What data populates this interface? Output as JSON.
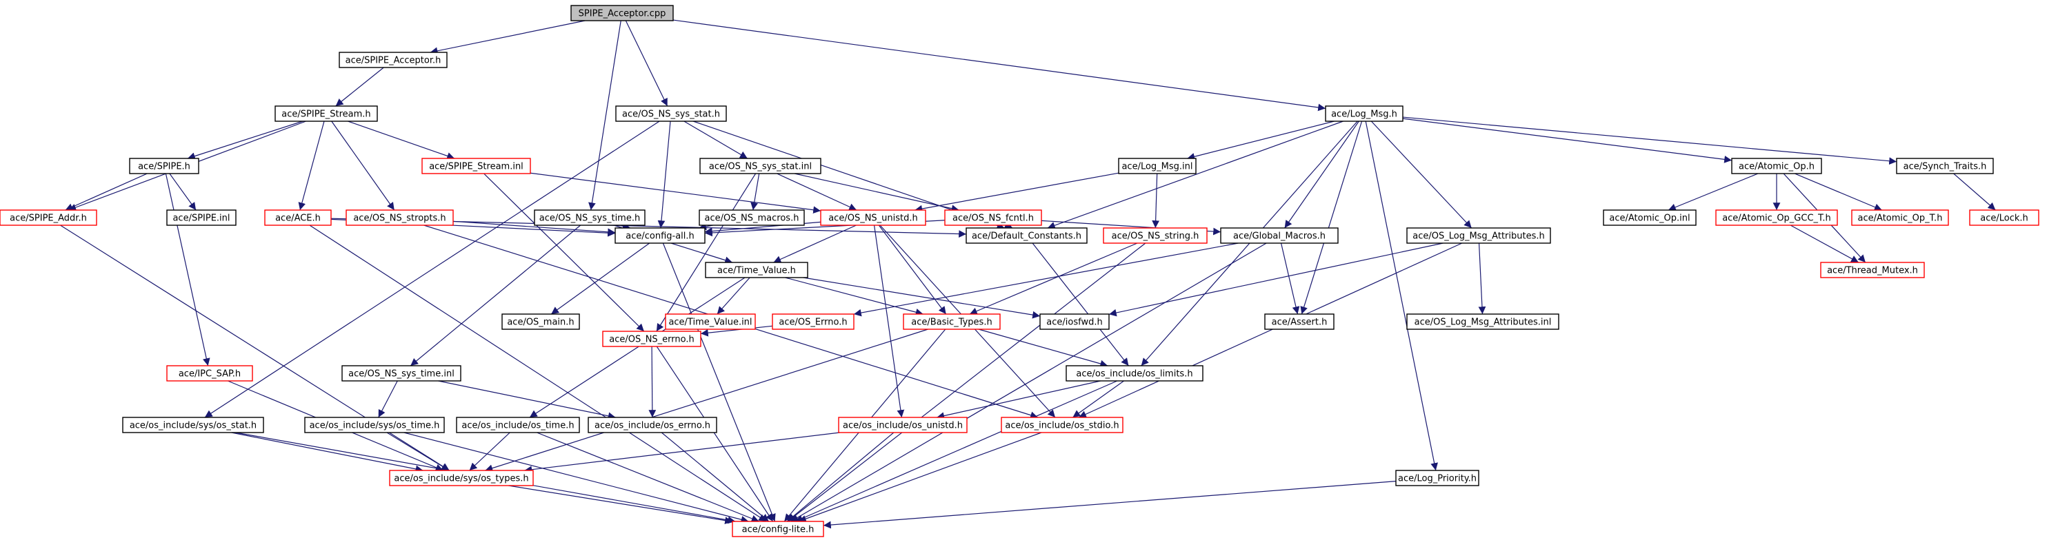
{
  "colors": {
    "root_fill": "#bfbfbf",
    "normal_border": "#000000",
    "truncated_border": "#ff0000",
    "edge": "#191970"
  },
  "nodes": [
    {
      "id": "root",
      "label": "SPIPE_Acceptor.cpp",
      "type": "root"
    },
    {
      "id": "spipe_acceptor_h",
      "label": "ace/SPIPE_Acceptor.h",
      "type": "normal"
    },
    {
      "id": "spipe_stream_h",
      "label": "ace/SPIPE_Stream.h",
      "type": "normal"
    },
    {
      "id": "os_ns_sys_stat_h",
      "label": "ace/OS_NS_sys_stat.h",
      "type": "normal"
    },
    {
      "id": "log_msg_h",
      "label": "ace/Log_Msg.h",
      "type": "normal"
    },
    {
      "id": "spipe_h",
      "label": "ace/SPIPE.h",
      "type": "normal"
    },
    {
      "id": "spipe_stream_inl",
      "label": "ace/SPIPE_Stream.inl",
      "type": "truncated"
    },
    {
      "id": "os_ns_sys_stat_inl",
      "label": "ace/OS_NS_sys_stat.inl",
      "type": "normal"
    },
    {
      "id": "log_msg_inl",
      "label": "ace/Log_Msg.inl",
      "type": "normal"
    },
    {
      "id": "atomic_op_h",
      "label": "ace/Atomic_Op.h",
      "type": "normal"
    },
    {
      "id": "synch_traits_h",
      "label": "ace/Synch_Traits.h",
      "type": "normal"
    },
    {
      "id": "spipe_addr_h",
      "label": "ace/SPIPE_Addr.h",
      "type": "truncated"
    },
    {
      "id": "spipe_inl",
      "label": "ace/SPIPE.inl",
      "type": "normal"
    },
    {
      "id": "ace_h",
      "label": "ace/ACE.h",
      "type": "truncated"
    },
    {
      "id": "os_ns_stropts_h",
      "label": "ace/OS_NS_stropts.h",
      "type": "truncated"
    },
    {
      "id": "os_ns_sys_time_h",
      "label": "ace/OS_NS_sys_time.h",
      "type": "normal"
    },
    {
      "id": "os_ns_macros_h",
      "label": "ace/OS_NS_macros.h",
      "type": "normal"
    },
    {
      "id": "os_ns_unistd_h",
      "label": "ace/OS_NS_unistd.h",
      "type": "truncated"
    },
    {
      "id": "os_ns_fcntl_h",
      "label": "ace/OS_NS_fcntl.h",
      "type": "truncated"
    },
    {
      "id": "atomic_op_inl",
      "label": "ace/Atomic_Op.inl",
      "type": "normal"
    },
    {
      "id": "atomic_op_gcc_t_h",
      "label": "ace/Atomic_Op_GCC_T.h",
      "type": "truncated"
    },
    {
      "id": "atomic_op_t_h",
      "label": "ace/Atomic_Op_T.h",
      "type": "truncated"
    },
    {
      "id": "lock_h",
      "label": "ace/Lock.h",
      "type": "truncated"
    },
    {
      "id": "config_all_h",
      "label": "ace/config-all.h",
      "type": "normal"
    },
    {
      "id": "time_value_h",
      "label": "ace/Time_Value.h",
      "type": "normal"
    },
    {
      "id": "default_constants_h",
      "label": "ace/Default_Constants.h",
      "type": "normal"
    },
    {
      "id": "os_ns_string_h",
      "label": "ace/OS_NS_string.h",
      "type": "truncated"
    },
    {
      "id": "global_macros_h",
      "label": "ace/Global_Macros.h",
      "type": "normal"
    },
    {
      "id": "os_log_msg_attributes_h",
      "label": "ace/OS_Log_Msg_Attributes.h",
      "type": "normal"
    },
    {
      "id": "thread_mutex_h",
      "label": "ace/Thread_Mutex.h",
      "type": "truncated"
    },
    {
      "id": "os_main_h",
      "label": "ace/OS_main.h",
      "type": "normal"
    },
    {
      "id": "time_value_inl",
      "label": "ace/Time_Value.inl",
      "type": "truncated"
    },
    {
      "id": "os_errno_h",
      "label": "ace/OS_Errno.h",
      "type": "truncated"
    },
    {
      "id": "basic_types_h",
      "label": "ace/Basic_Types.h",
      "type": "truncated"
    },
    {
      "id": "iosfwd_h",
      "label": "ace/iosfwd.h",
      "type": "normal"
    },
    {
      "id": "assert_h",
      "label": "ace/Assert.h",
      "type": "normal"
    },
    {
      "id": "os_log_msg_attributes_inl",
      "label": "ace/OS_Log_Msg_Attributes.inl",
      "type": "normal"
    },
    {
      "id": "ipc_sap_h",
      "label": "ace/IPC_SAP.h",
      "type": "truncated"
    },
    {
      "id": "os_ns_sys_time_inl",
      "label": "ace/OS_NS_sys_time.inl",
      "type": "normal"
    },
    {
      "id": "os_ns_errno_h",
      "label": "ace/OS_NS_errno.h",
      "type": "truncated"
    },
    {
      "id": "os_limits_h",
      "label": "ace/os_include/os_limits.h",
      "type": "normal"
    },
    {
      "id": "sys_os_stat_h",
      "label": "ace/os_include/sys/os_stat.h",
      "type": "normal"
    },
    {
      "id": "sys_os_time_h",
      "label": "ace/os_include/sys/os_time.h",
      "type": "normal"
    },
    {
      "id": "os_time_h",
      "label": "ace/os_include/os_time.h",
      "type": "normal"
    },
    {
      "id": "os_errno_inc_h",
      "label": "ace/os_include/os_errno.h",
      "type": "normal"
    },
    {
      "id": "os_unistd_inc_h",
      "label": "ace/os_include/os_unistd.h",
      "type": "truncated"
    },
    {
      "id": "os_stdio_h",
      "label": "ace/os_include/os_stdio.h",
      "type": "truncated"
    },
    {
      "id": "sys_os_types_h",
      "label": "ace/os_include/sys/os_types.h",
      "type": "truncated"
    },
    {
      "id": "log_priority_h",
      "label": "ace/Log_Priority.h",
      "type": "normal"
    },
    {
      "id": "config_lite_h",
      "label": "ace/config-lite.h",
      "type": "truncated"
    }
  ],
  "edges": [
    [
      "root",
      "spipe_acceptor_h"
    ],
    [
      "root",
      "os_ns_sys_stat_h"
    ],
    [
      "root",
      "log_msg_h"
    ],
    [
      "root",
      "os_ns_sys_time_h"
    ],
    [
      "spipe_acceptor_h",
      "spipe_stream_h"
    ],
    [
      "spipe_stream_h",
      "spipe_h"
    ],
    [
      "spipe_stream_h",
      "spipe_stream_inl"
    ],
    [
      "spipe_stream_h",
      "spipe_addr_h"
    ],
    [
      "spipe_stream_h",
      "ace_h"
    ],
    [
      "spipe_stream_h",
      "os_ns_stropts_h"
    ],
    [
      "spipe_h",
      "spipe_addr_h"
    ],
    [
      "spipe_h",
      "spipe_inl"
    ],
    [
      "spipe_h",
      "ipc_sap_h"
    ],
    [
      "spipe_stream_inl",
      "os_ns_unistd_h"
    ],
    [
      "spipe_stream_inl",
      "os_ns_errno_h"
    ],
    [
      "os_ns_sys_stat_h",
      "os_ns_sys_stat_inl"
    ],
    [
      "os_ns_sys_stat_h",
      "config_all_h"
    ],
    [
      "os_ns_sys_stat_h",
      "sys_os_stat_h"
    ],
    [
      "os_ns_sys_stat_h",
      "default_constants_h"
    ],
    [
      "os_ns_sys_stat_inl",
      "os_ns_unistd_h"
    ],
    [
      "os_ns_sys_stat_inl",
      "os_ns_fcntl_h"
    ],
    [
      "os_ns_sys_stat_inl",
      "os_ns_macros_h"
    ],
    [
      "os_ns_sys_stat_inl",
      "os_ns_errno_h"
    ],
    [
      "os_ns_macros_h",
      "config_all_h"
    ],
    [
      "os_ns_sys_time_h",
      "time_value_h"
    ],
    [
      "os_ns_sys_time_h",
      "config_all_h"
    ],
    [
      "os_ns_sys_time_h",
      "os_ns_sys_time_inl"
    ],
    [
      "os_ns_sys_time_inl",
      "sys_os_time_h"
    ],
    [
      "os_ns_sys_time_inl",
      "os_errno_inc_h"
    ],
    [
      "os_ns_unistd_h",
      "config_all_h"
    ],
    [
      "os_ns_unistd_h",
      "time_value_h"
    ],
    [
      "os_ns_unistd_h",
      "basic_types_h"
    ],
    [
      "os_ns_unistd_h",
      "os_unistd_inc_h"
    ],
    [
      "os_ns_unistd_h",
      "os_stdio_h"
    ],
    [
      "os_ns_fcntl_h",
      "config_all_h"
    ],
    [
      "os_ns_fcntl_h",
      "default_constants_h"
    ],
    [
      "os_ns_fcntl_h",
      "global_macros_h"
    ],
    [
      "ace_h",
      "config_all_h"
    ],
    [
      "ace_h",
      "default_constants_h"
    ],
    [
      "ace_h",
      "config_lite_h"
    ],
    [
      "os_ns_stropts_h",
      "config_all_h"
    ],
    [
      "os_ns_stropts_h",
      "os_stdio_h"
    ],
    [
      "config_all_h",
      "os_main_h"
    ],
    [
      "config_all_h",
      "config_lite_h"
    ],
    [
      "time_value_h",
      "time_value_inl"
    ],
    [
      "time_value_h",
      "basic_types_h"
    ],
    [
      "time_value_h",
      "iosfwd_h"
    ],
    [
      "time_value_h",
      "os_time_h"
    ],
    [
      "log_msg_h",
      "log_msg_inl"
    ],
    [
      "log_msg_h",
      "atomic_op_h"
    ],
    [
      "log_msg_h",
      "synch_traits_h"
    ],
    [
      "log_msg_h",
      "default_constants_h"
    ],
    [
      "log_msg_h",
      "global_macros_h"
    ],
    [
      "log_msg_h",
      "os_log_msg_attributes_h"
    ],
    [
      "log_msg_h",
      "assert_h"
    ],
    [
      "log_msg_h",
      "log_priority_h"
    ],
    [
      "log_msg_h",
      "os_limits_h"
    ],
    [
      "log_msg_inl",
      "os_ns_string_h"
    ],
    [
      "log_msg_inl",
      "os_ns_unistd_h"
    ],
    [
      "atomic_op_h",
      "atomic_op_inl"
    ],
    [
      "atomic_op_h",
      "atomic_op_gcc_t_h"
    ],
    [
      "atomic_op_h",
      "atomic_op_t_h"
    ],
    [
      "atomic_op_h",
      "thread_mutex_h"
    ],
    [
      "atomic_op_gcc_t_h",
      "thread_mutex_h"
    ],
    [
      "synch_traits_h",
      "lock_h"
    ],
    [
      "os_ns_string_h",
      "basic_types_h"
    ],
    [
      "os_ns_string_h",
      "config_lite_h"
    ],
    [
      "global_macros_h",
      "assert_h"
    ],
    [
      "global_macros_h",
      "os_errno_h"
    ],
    [
      "global_macros_h",
      "config_lite_h"
    ],
    [
      "os_log_msg_attributes_h",
      "os_log_msg_attributes_inl"
    ],
    [
      "os_log_msg_attributes_h",
      "iosfwd_h"
    ],
    [
      "os_log_msg_attributes_h",
      "os_stdio_h"
    ],
    [
      "default_constants_h",
      "os_limits_h"
    ],
    [
      "os_errno_h",
      "os_ns_errno_h"
    ],
    [
      "basic_types_h",
      "os_limits_h"
    ],
    [
      "basic_types_h",
      "sys_os_types_h"
    ],
    [
      "basic_types_h",
      "config_lite_h"
    ],
    [
      "ipc_sap_h",
      "sys_os_types_h"
    ],
    [
      "spipe_addr_h",
      "sys_os_types_h"
    ],
    [
      "os_ns_errno_h",
      "os_errno_inc_h"
    ],
    [
      "os_ns_errno_h",
      "config_lite_h"
    ],
    [
      "os_limits_h",
      "os_unistd_inc_h"
    ],
    [
      "os_limits_h",
      "os_stdio_h"
    ],
    [
      "os_limits_h",
      "config_lite_h"
    ],
    [
      "sys_os_stat_h",
      "sys_os_types_h"
    ],
    [
      "sys_os_stat_h",
      "config_lite_h"
    ],
    [
      "sys_os_time_h",
      "sys_os_types_h"
    ],
    [
      "sys_os_time_h",
      "config_lite_h"
    ],
    [
      "os_time_h",
      "sys_os_types_h"
    ],
    [
      "os_time_h",
      "config_lite_h"
    ],
    [
      "os_errno_inc_h",
      "config_lite_h"
    ],
    [
      "os_unistd_inc_h",
      "sys_os_types_h"
    ],
    [
      "os_unistd_inc_h",
      "config_lite_h"
    ],
    [
      "os_stdio_h",
      "config_lite_h"
    ],
    [
      "sys_os_types_h",
      "config_lite_h"
    ],
    [
      "log_priority_h",
      "config_lite_h"
    ]
  ]
}
